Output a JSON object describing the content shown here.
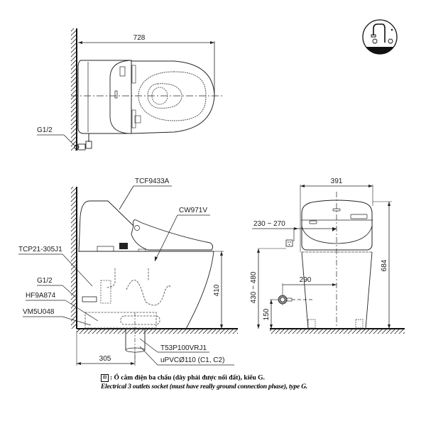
{
  "top_view": {
    "length_dim": "728",
    "supply_label": "G1/2"
  },
  "side_view": {
    "seat_label": "TCF9433A",
    "bowl_label": "CW971V",
    "parts_left": [
      "TCP21-305J1",
      "G1/2",
      "HF9A874",
      "VM5U048"
    ],
    "height_dim": "410",
    "outlet_dim": "305",
    "drain_labels": [
      "T53P100VRJ1",
      "uPVCØ110 (C1, C2)"
    ]
  },
  "front_view": {
    "width_dim": "391",
    "total_height_dim": "684",
    "socket_offset_dim": "230 ~ 270",
    "socket_height_dim": "430 ~ 480",
    "supply_offset_dim": "290",
    "supply_height_dim": "150"
  },
  "badge": {
    "icon": "water-saving-faucet-icon"
  },
  "notes": {
    "socket_symbol": "⊡",
    "line_vi": ": Ổ cắm điện ba chấu (dây phải được nối đất), kiểu G.",
    "line_en": "Electrical 3 outlets socket (must have really ground connection phase), type G."
  }
}
